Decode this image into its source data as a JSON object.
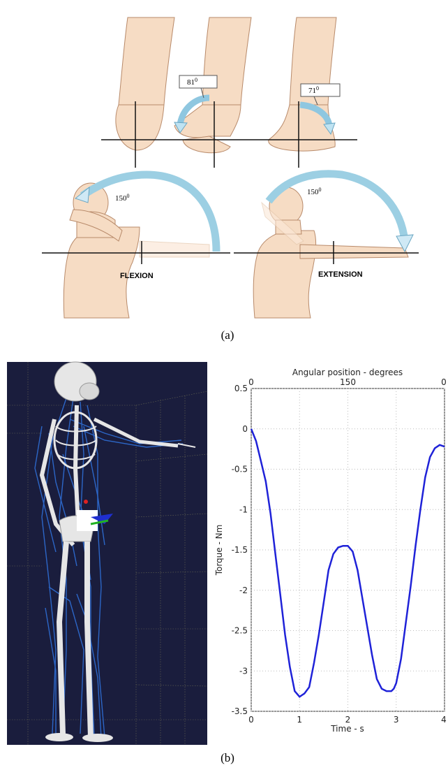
{
  "figure_a": {
    "caption": "(a)",
    "labels": {
      "flexion": "FLEXION",
      "extension": "EXTENSION"
    },
    "angles": [
      {
        "base": "81",
        "sup": "0"
      },
      {
        "base": "71",
        "sup": "0"
      },
      {
        "base": "150",
        "sup": "0"
      },
      {
        "base": "150",
        "sup": "0"
      }
    ]
  },
  "figure_b": {
    "caption": "(b)",
    "colors": {
      "background": "#1a1d3d",
      "muscle": "#2f6fd6",
      "bone": "#e6e6e6",
      "curve": "#1f22d8"
    }
  },
  "chart_data": {
    "type": "line",
    "title": "Angular position - degrees",
    "top_axis_ticks": [
      "0",
      "150",
      "0"
    ],
    "xlabel": "Time - s",
    "ylabel": "Torque - Nm",
    "xlim": [
      0,
      4
    ],
    "ylim": [
      -3.5,
      0.5
    ],
    "xticks": [
      "0",
      "1",
      "2",
      "3",
      "4"
    ],
    "yticks": [
      "0.5",
      "0",
      "-0.5",
      "-1",
      "-1.5",
      "-2",
      "-2.5",
      "-3",
      "-3.5"
    ],
    "grid": true,
    "x": [
      0,
      0.1,
      0.2,
      0.3,
      0.4,
      0.5,
      0.6,
      0.7,
      0.8,
      0.9,
      1.0,
      1.05,
      1.1,
      1.2,
      1.3,
      1.4,
      1.5,
      1.6,
      1.7,
      1.8,
      1.9,
      2.0,
      2.1,
      2.2,
      2.3,
      2.4,
      2.5,
      2.6,
      2.7,
      2.8,
      2.9,
      2.95,
      3.0,
      3.1,
      3.2,
      3.3,
      3.4,
      3.5,
      3.6,
      3.7,
      3.8,
      3.9,
      4.0
    ],
    "y": [
      0.0,
      -0.15,
      -0.4,
      -0.65,
      -1.05,
      -1.55,
      -2.05,
      -2.55,
      -2.95,
      -3.25,
      -3.32,
      -3.3,
      -3.28,
      -3.2,
      -2.9,
      -2.55,
      -2.15,
      -1.75,
      -1.55,
      -1.47,
      -1.45,
      -1.45,
      -1.52,
      -1.75,
      -2.1,
      -2.45,
      -2.8,
      -3.1,
      -3.22,
      -3.25,
      -3.25,
      -3.22,
      -3.15,
      -2.85,
      -2.4,
      -1.95,
      -1.45,
      -1.0,
      -0.6,
      -0.35,
      -0.24,
      -0.2,
      -0.22
    ]
  }
}
